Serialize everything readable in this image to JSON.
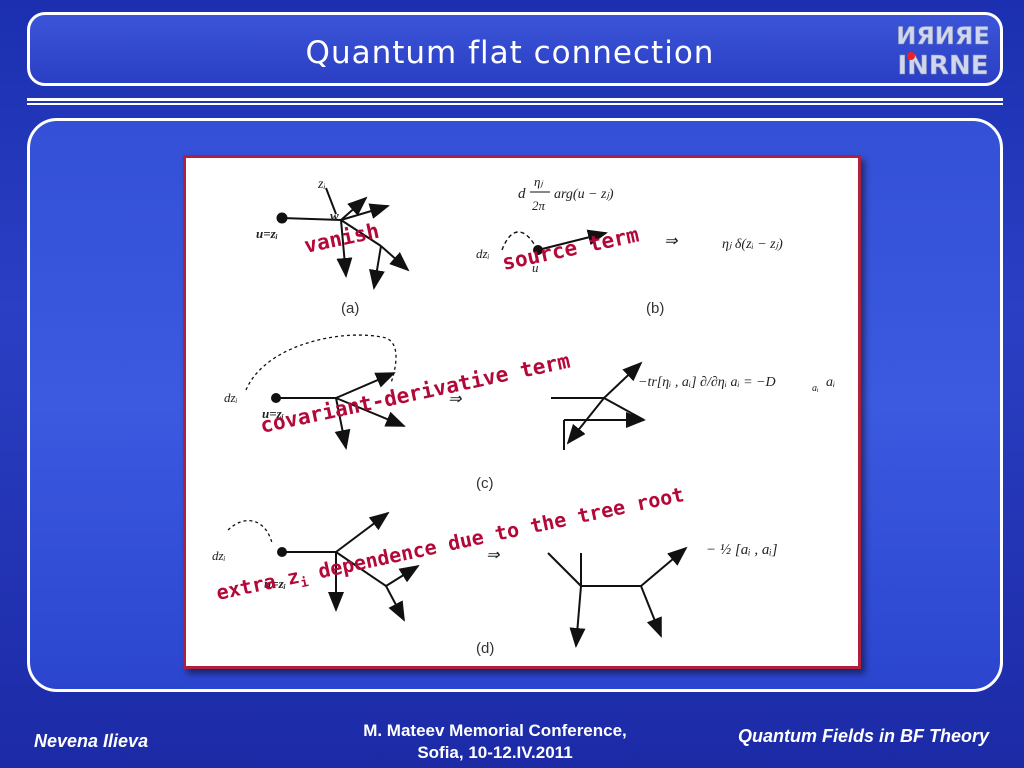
{
  "slide": {
    "title": "Quantum flat connection",
    "logo_text_top": "ИЯИЯЕ",
    "logo_text_bottom": "INRNE"
  },
  "figure": {
    "captions": [
      "(a)",
      "(b)",
      "(c)",
      "(d)"
    ],
    "math": {
      "a_zi": "zᵢ",
      "a_w": "w",
      "a_uzi": "u=zᵢ",
      "b_d": "d",
      "b_eta_frac": "ηⱼ",
      "b_2pi": "2π",
      "b_arg": "arg(u − zⱼ)",
      "b_dzi": "dzᵢ",
      "b_u": "u",
      "b_arrow": "⇒",
      "b_result": "ηⱼ δ(zᵢ − zⱼ)",
      "c_dzi": "dzᵢ",
      "c_uzi": "u=zᵢ",
      "c_arrow": "⇒",
      "c_formula": "−tr[ηᵢ , aᵢ] ∂/∂ηᵢ aᵢ = −D",
      "c_formula_sub": "aᵢ",
      "c_formula_end": "aᵢ",
      "d_dzi": "dzᵢ",
      "d_uzi": "u=zᵢ",
      "d_arrow": "⇒",
      "d_formula": "− ½ [aᵢ , aᵢ]"
    },
    "annotations": {
      "vanish": "vanish",
      "source": "source term",
      "covariant": "covariant-derivative term",
      "extra_main": "extra z",
      "extra_sub": "i",
      "extra_rest": " dependence due to the tree root"
    }
  },
  "footer": {
    "author": "Nevena Ilieva",
    "conference_line1": "M. Mateev  Memorial Conference,",
    "conference_line2": "Sofia, 10-12.IV.2011",
    "talk": "Quantum  Fields in BF Theory"
  },
  "colors": {
    "background": "#2236b8",
    "annotation": "#b30838",
    "panel_border": "#b0203a"
  }
}
